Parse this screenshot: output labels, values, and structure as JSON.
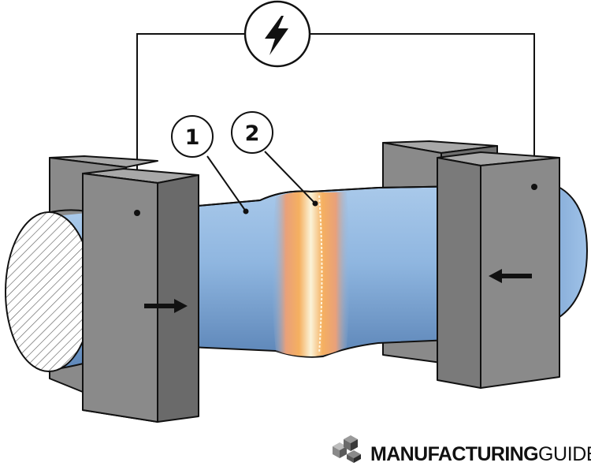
{
  "diagram": {
    "callouts": [
      {
        "number": "1"
      },
      {
        "number": "2"
      }
    ],
    "power_source_icon": "lightning-bolt-icon",
    "force_arrow_icons": [
      "arrow-right-icon",
      "arrow-left-icon"
    ],
    "colors": {
      "workpiece": "#8fb6e0",
      "clamp": "#8c8c8c",
      "weld_hot": "#f0a060",
      "outline": "#111111"
    }
  },
  "logo": {
    "text_bold": "MANUFACTURING",
    "text_light": "GUIDE"
  }
}
